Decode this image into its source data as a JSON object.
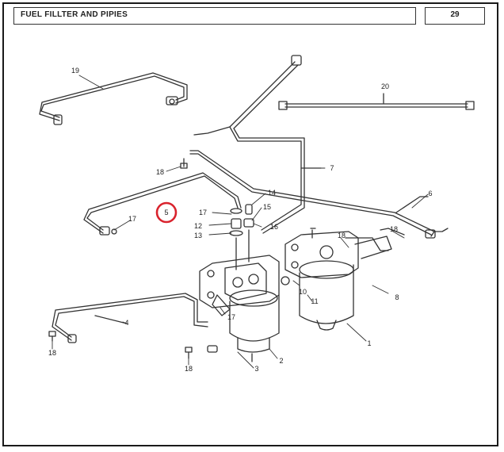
{
  "header": {
    "title": "FUEL FILLTER AND PIPIES",
    "page_number": "29"
  },
  "highlight_color": "#d9232d",
  "callouts": [
    "19",
    "20",
    "18",
    "7",
    "6",
    "14",
    "15",
    "17",
    "16",
    "12",
    "13",
    "5",
    "17",
    "18",
    "18",
    "8",
    "10",
    "11",
    "17",
    "4",
    "18",
    "18",
    "3",
    "2",
    "1"
  ]
}
